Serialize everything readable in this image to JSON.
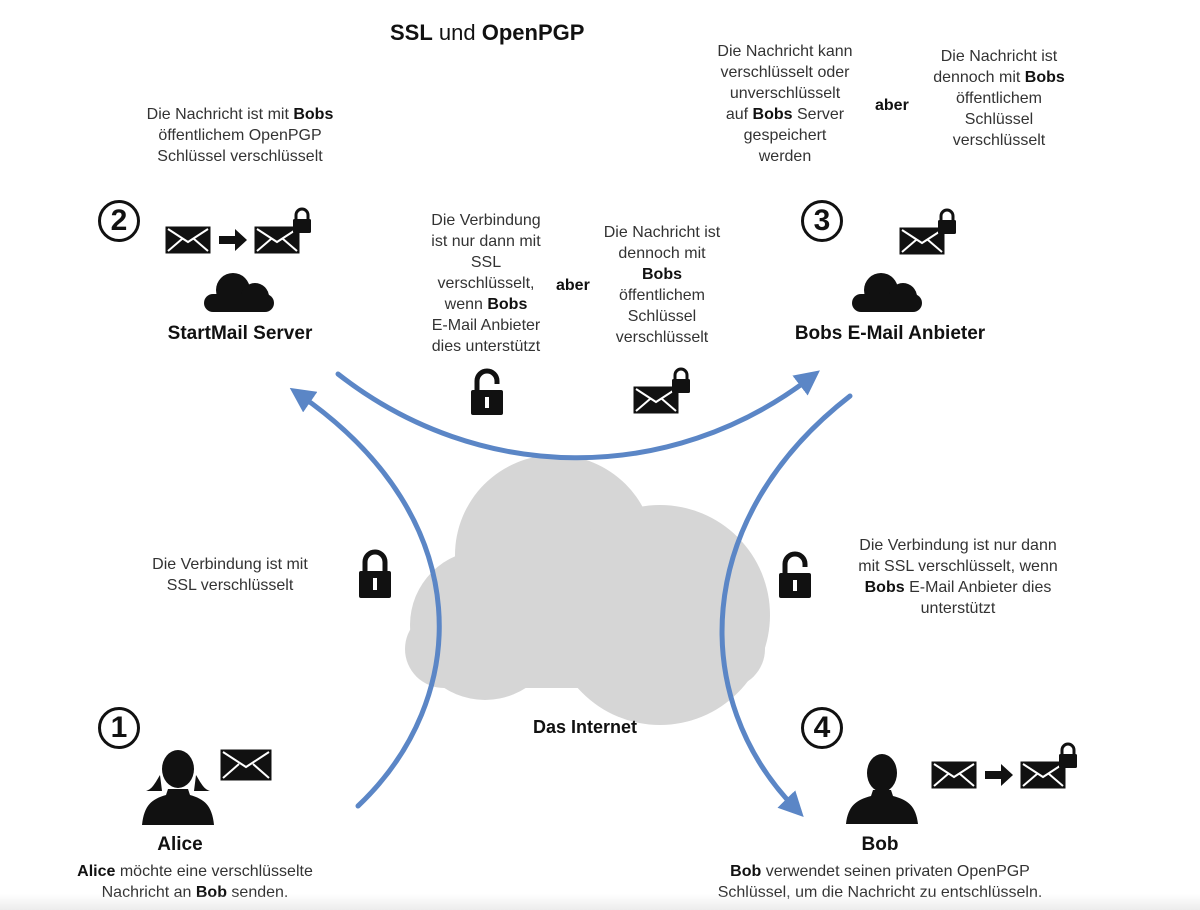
{
  "title": {
    "part1": "SSL",
    "mid": " und ",
    "part2": "OpenPGP"
  },
  "steps": {
    "s1": "1",
    "s2": "2",
    "s3": "3",
    "s4": "4"
  },
  "labels": {
    "startmail": "StartMail Server",
    "provider": "Bobs E-Mail Anbieter",
    "internet": "Das Internet",
    "alice": "Alice",
    "bob": "Bob"
  },
  "aber": "aber",
  "texts": {
    "step2_a": "Die Nachricht ist mit ",
    "step2_b": "Bobs",
    "step2_c": "öffentlichem OpenPGP",
    "step2_d": "Schlüssel verschlüsselt",
    "ssl_top_1": "Die Verbindung",
    "ssl_top_2": "ist nur dann mit",
    "ssl_top_3": "SSL",
    "ssl_top_4": "verschlüsselt,",
    "ssl_top_5a": "wenn ",
    "ssl_top_5b": "Bobs",
    "ssl_top_6": "E-Mail Anbieter",
    "ssl_top_7": "dies unterstützt",
    "pgp_top_1": "Die Nachricht ist",
    "pgp_top_2": "dennoch mit",
    "pgp_top_3": "Bobs",
    "pgp_top_4": "öffentlichem",
    "pgp_top_5": "Schlüssel",
    "pgp_top_6": "verschlüsselt",
    "step3_left_1": "Die Nachricht kann",
    "step3_left_2": "verschlüsselt oder",
    "step3_left_3": "unverschlüsselt",
    "step3_left_4a": "auf ",
    "step3_left_4b": "Bobs",
    "step3_left_4c": " Server",
    "step3_left_5": "gespeichert",
    "step3_left_6": "werden",
    "step3_right_1": "Die Nachricht ist",
    "step3_right_2a": "dennoch mit ",
    "step3_right_2b": "Bobs",
    "step3_right_3": "öffentlichem",
    "step3_right_4": "Schlüssel",
    "step3_right_5": "verschlüsselt",
    "ssl_left_1": "Die Verbindung ist mit",
    "ssl_left_2": "SSL verschlüsselt",
    "ssl_right_1": "Die Verbindung ist nur dann",
    "ssl_right_2": "mit SSL verschlüsselt, wenn",
    "ssl_right_3a": "Bobs",
    "ssl_right_3b": " E-Mail Anbieter dies",
    "ssl_right_4": "unterstützt",
    "alice_1a": "Alice",
    "alice_1b": " möchte eine verschlüsselte",
    "alice_2a": "Nachricht an ",
    "alice_2b": "Bob",
    "alice_2c": " senden.",
    "bob_1a": "Bob",
    "bob_1b": " verwendet seinen privaten OpenPGP",
    "bob_2": "Schlüssel, um die Nachricht zu entschlüsseln."
  },
  "colors": {
    "arrow": "#5b86c6",
    "cloud_bg": "#d6d6d6",
    "icon": "#111111"
  },
  "icons": [
    "envelope-icon",
    "lock-icon",
    "unlock-icon",
    "cloud-icon",
    "person-icon",
    "arrow-right-icon"
  ]
}
